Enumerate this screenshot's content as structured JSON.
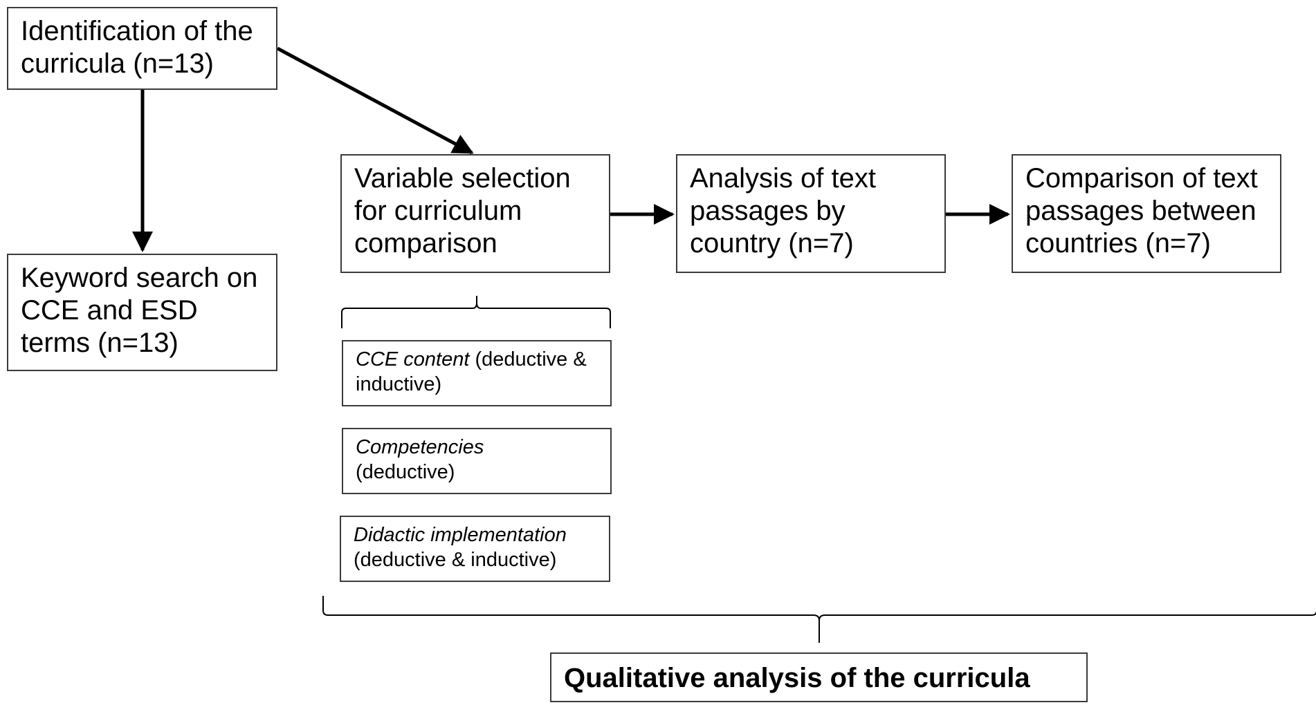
{
  "nodes": {
    "identification": "Identification of the curricula (n=13)",
    "keyword_search": "Keyword search on CCE and ESD terms (n=13)",
    "variable_selection": "Variable selection for curriculum comparison",
    "analysis_by_country": "Analysis of text passages by country (n=7)",
    "comparison_between": "Comparison of text passages between countries (n=7)",
    "qualitative_analysis": "Qualitative analysis of the curricula"
  },
  "variables": [
    {
      "name": "CCE content",
      "method": "(deductive & inductive)"
    },
    {
      "name": "Competencies",
      "method": "(deductive)"
    },
    {
      "name": "Didactic implementation",
      "method": "(deductive & inductive)"
    }
  ]
}
